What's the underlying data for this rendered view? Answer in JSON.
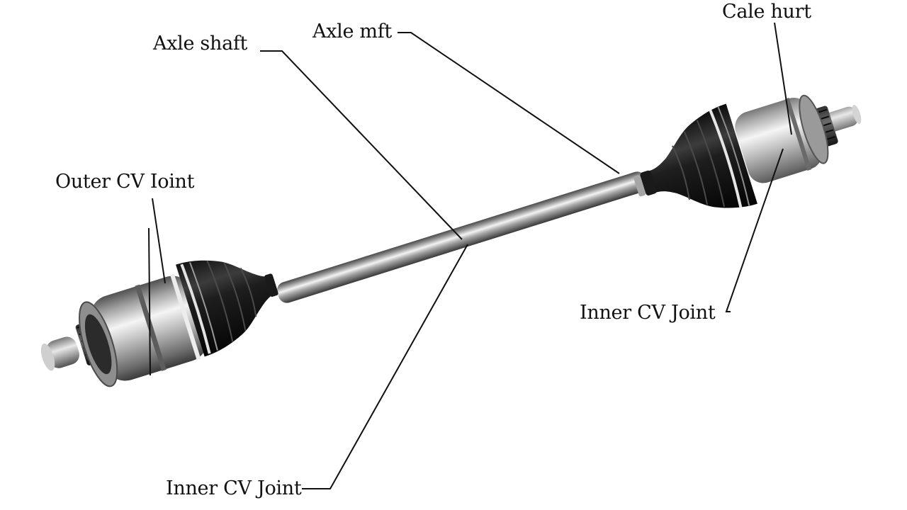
{
  "diagram": {
    "labels": {
      "axle_shaft": "Axle shaft",
      "axle_mft": "Axle mft",
      "cale_hurt": "Cale hurt",
      "outer_cv_joint": "Outer CV Ioint",
      "inner_cv_joint_right": "Inner CV Joint",
      "inner_cv_joint_bottom": "Inner CV Joint"
    }
  }
}
